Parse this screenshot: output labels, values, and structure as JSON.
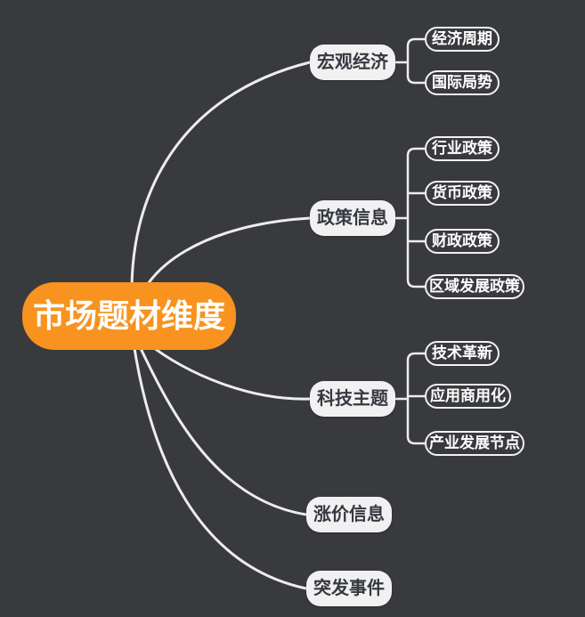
{
  "mindmap": {
    "root": {
      "label": "市场题材维度"
    },
    "branches": [
      {
        "label": "宏观经济",
        "children": [
          {
            "label": "经济周期"
          },
          {
            "label": "国际局势"
          }
        ]
      },
      {
        "label": "政策信息",
        "children": [
          {
            "label": "行业政策"
          },
          {
            "label": "货币政策"
          },
          {
            "label": "财政政策"
          },
          {
            "label": "区域发展政策"
          }
        ]
      },
      {
        "label": "科技主题",
        "children": [
          {
            "label": "技术革新"
          },
          {
            "label": "应用商用化"
          },
          {
            "label": "产业发展节点"
          }
        ]
      },
      {
        "label": "涨价信息",
        "children": []
      },
      {
        "label": "突发事件",
        "children": []
      }
    ],
    "colors": {
      "background": "#393a3e",
      "root_fill": "#f7931e",
      "root_text": "#ffffff",
      "branch_fill": "#f1f1f2",
      "branch_text": "#363940",
      "leaf_border": "#f2f2f2",
      "leaf_text": "#ffffff",
      "connector": "#ededed"
    }
  }
}
